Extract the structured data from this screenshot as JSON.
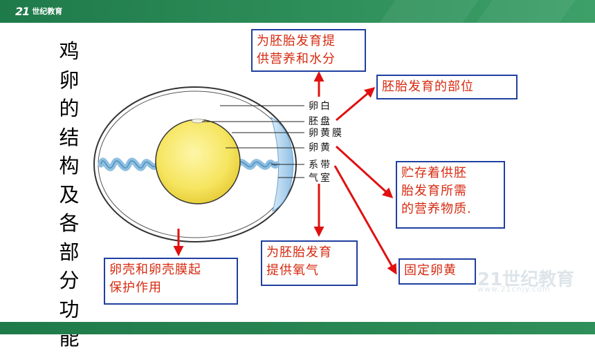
{
  "header": {
    "logo_mark": "21",
    "logo_text": "世纪教育"
  },
  "title_chars": [
    "鸡",
    "卵",
    "的",
    "结",
    "构",
    "及",
    "各",
    "部",
    "分",
    "功",
    "能"
  ],
  "parts": {
    "p1": "卵白",
    "p2": "胚盘",
    "p3": "卵黄膜",
    "p4": "卵黄",
    "p5": "系带",
    "p6": "气室"
  },
  "functions": {
    "f1_line1": "为胚胎发育提",
    "f1_line2": "供营养和水分",
    "f2": "胚胎发育的部位",
    "f3_line1": "贮存着供胚",
    "f3_line2": "胎发育所需",
    "f3_line3": "的营养物质.",
    "f4_line1": "为胚胎发育",
    "f4_line2": "提供氧气",
    "f5": "固定卵黄",
    "f6_line1": "卵壳和卵壳膜起",
    "f6_line2": "保护作用"
  },
  "watermark": {
    "line1": "21世纪教育",
    "line2": "www.21cnjy.com"
  },
  "colors": {
    "header_green": "#2e8f5a",
    "box_border": "#1f3fa0",
    "box_text": "#d62a10",
    "arrow_red": "#e01010",
    "yolk": "#f7e86a",
    "air_cell": "#9cc8ea"
  }
}
